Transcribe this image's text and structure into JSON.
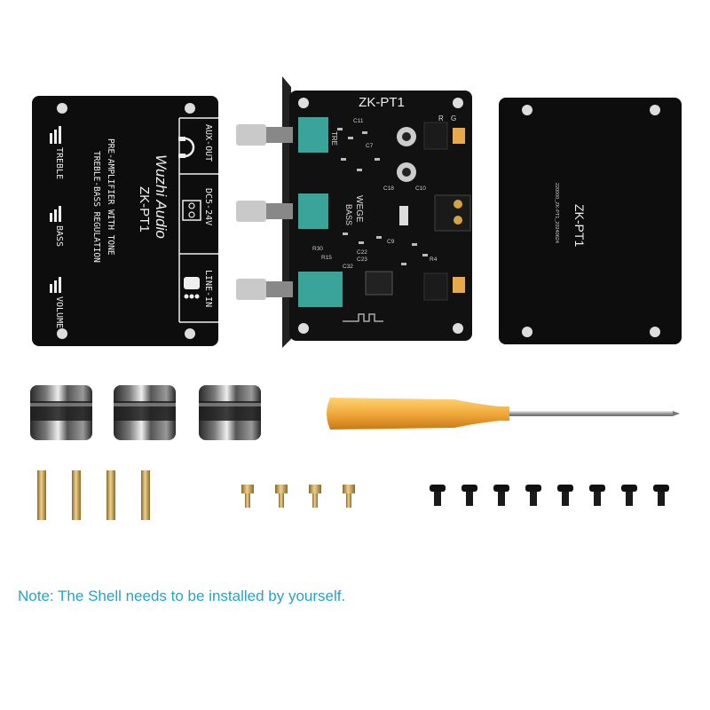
{
  "front_panel": {
    "brand": "Wuzhi Audio",
    "model": "ZK-PT1",
    "desc_line1": "PRE-AMPLIFIER WITH TONE",
    "desc_line2": "TREBLE-BASS REGULATION",
    "label_treble": "TREBLE",
    "label_bass": "BASS",
    "label_volume": "VOLUME",
    "label_aux_out": "AUX-OUT",
    "label_dc": "DC5-24V",
    "label_line_in": "LINE-IN"
  },
  "pcb": {
    "title": "ZK-PT1",
    "silk_brand": "WEGE",
    "silk_bass": "BASS",
    "silk_tre": "TRE",
    "silk_r": "R",
    "silk_g": "G",
    "parts": [
      "C11",
      "C22",
      "C23",
      "C7",
      "R30",
      "R15",
      "R4",
      "C18",
      "C10",
      "C9",
      "C32"
    ]
  },
  "back_panel": {
    "title": "ZK-PT1",
    "serial": "220000_ZK-PT1_20240624"
  },
  "note": "Note: The Shell needs to be installed by yourself.",
  "colors": {
    "note_text": "#2aa2c4",
    "panel_black": "#0d0d0d",
    "pcb_black": "#111111",
    "pot_teal": "#3aa39a",
    "screwdriver_handle": "#f2a93b",
    "brass": "#c9a15a"
  }
}
